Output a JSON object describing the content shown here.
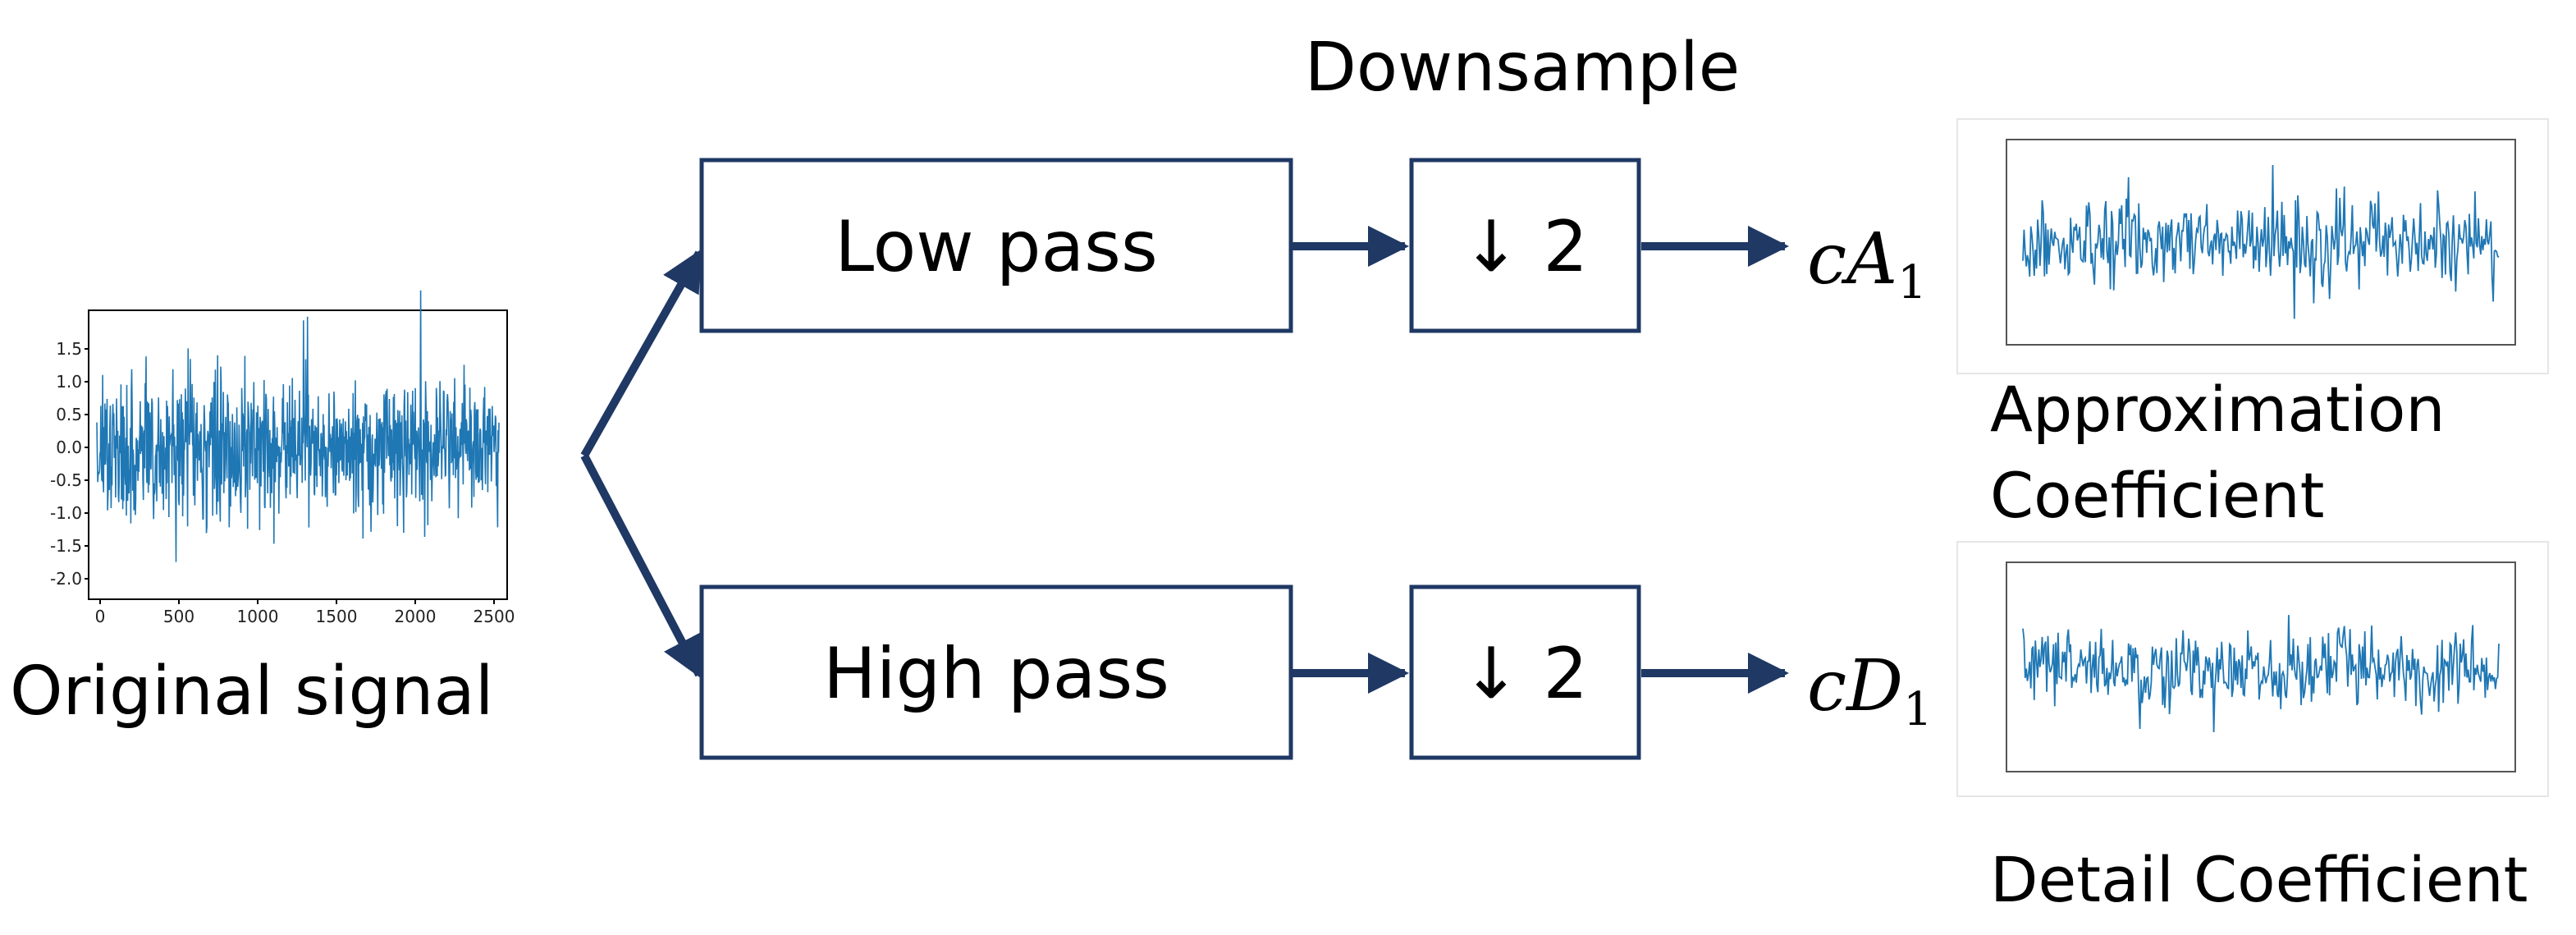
{
  "diagram": {
    "downsample_label": "Downsample",
    "low_pass_label": "Low pass",
    "high_pass_label": "High pass",
    "down_op_top": "↓ 2",
    "down_op_bottom": "↓ 2",
    "output_top": {
      "letter": "cA",
      "subscript": "1"
    },
    "output_bottom": {
      "letter": "cD",
      "subscript": "1"
    },
    "original_caption": "Original signal",
    "approx_caption_line1": "Approximation",
    "approx_caption_line2": "Coefficient",
    "detail_caption": "Detail Coefficient",
    "original_plot": {
      "yticks": [
        "1.5",
        "1.0",
        "0.5",
        "0.0",
        "-0.5",
        "-1.0",
        "-1.5",
        "-2.0"
      ],
      "xticks": [
        "0",
        "500",
        "1000",
        "1500",
        "2000",
        "2500"
      ]
    },
    "colors": {
      "box_border": "#1f3864",
      "arrow": "#1f3864",
      "signal": "#1f77b4"
    }
  }
}
